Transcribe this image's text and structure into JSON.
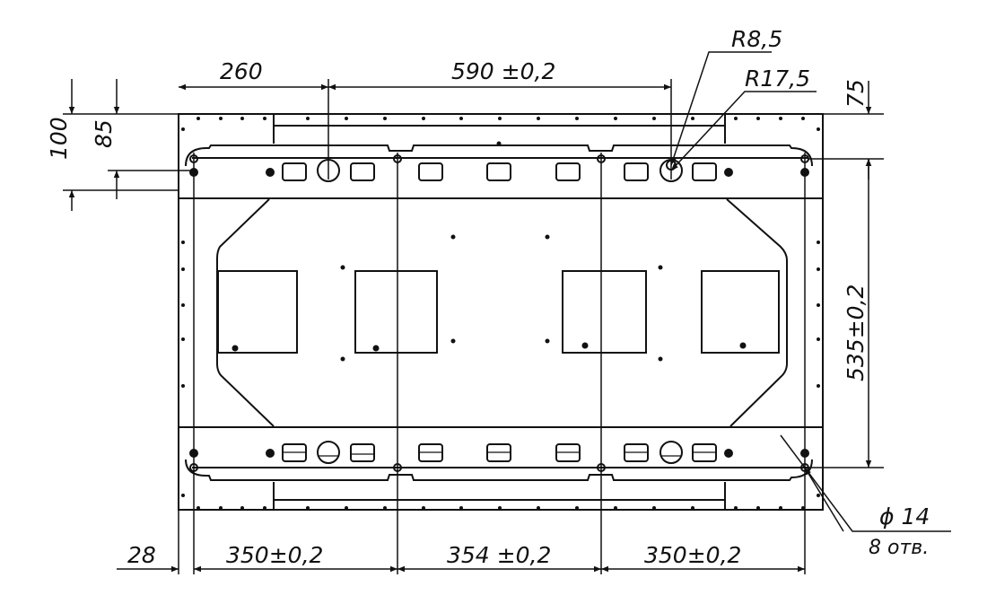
{
  "drawing": {
    "colors": {
      "line": "#111111",
      "background": "#ffffff"
    },
    "dimensions": {
      "top_left": "260",
      "top_center": "590 ±0,2",
      "radius_small": "R8,5",
      "radius_large": "R17,5",
      "right_top": "75",
      "right_main": "535±0,2",
      "left_outer": "100",
      "left_inner": "85",
      "bottom_edge": "28",
      "bottom_left": "350±0,2",
      "bottom_center": "354 ±0,2",
      "bottom_right": "350±0,2"
    },
    "hole_callout": {
      "diameter": "ϕ 14",
      "count": "8 отв."
    }
  }
}
